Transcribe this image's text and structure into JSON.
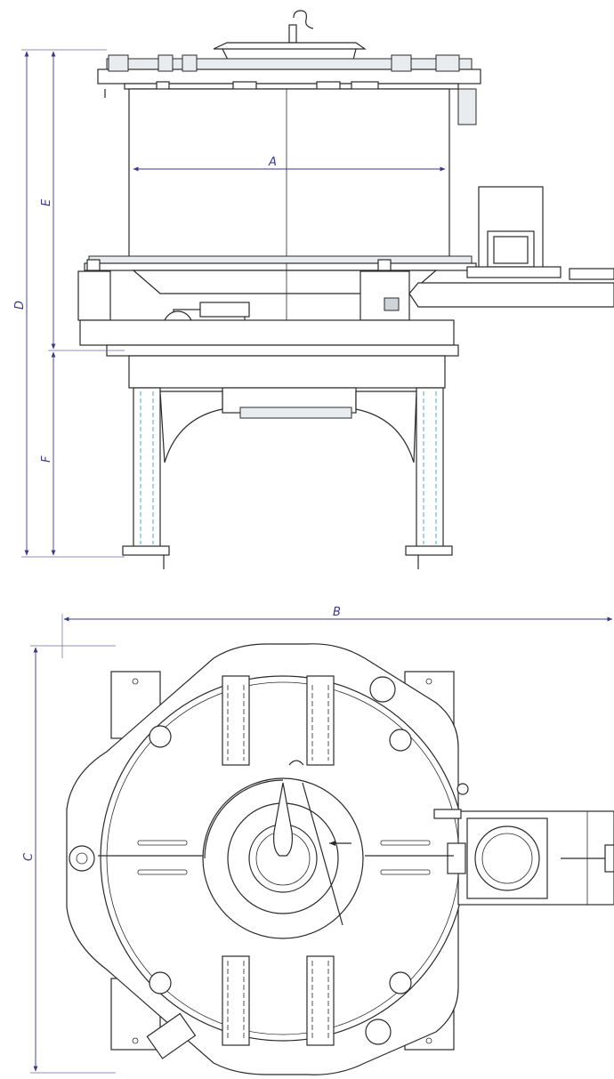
{
  "dimensions": {
    "A": "A",
    "B": "B",
    "C": "C",
    "D": "D",
    "E": "E",
    "F": "F"
  },
  "colors": {
    "line": "#2a2a2a",
    "dimension": "#3a3a8c",
    "leg_accent": "#4aa8b8",
    "fill": "#e9ecef"
  }
}
